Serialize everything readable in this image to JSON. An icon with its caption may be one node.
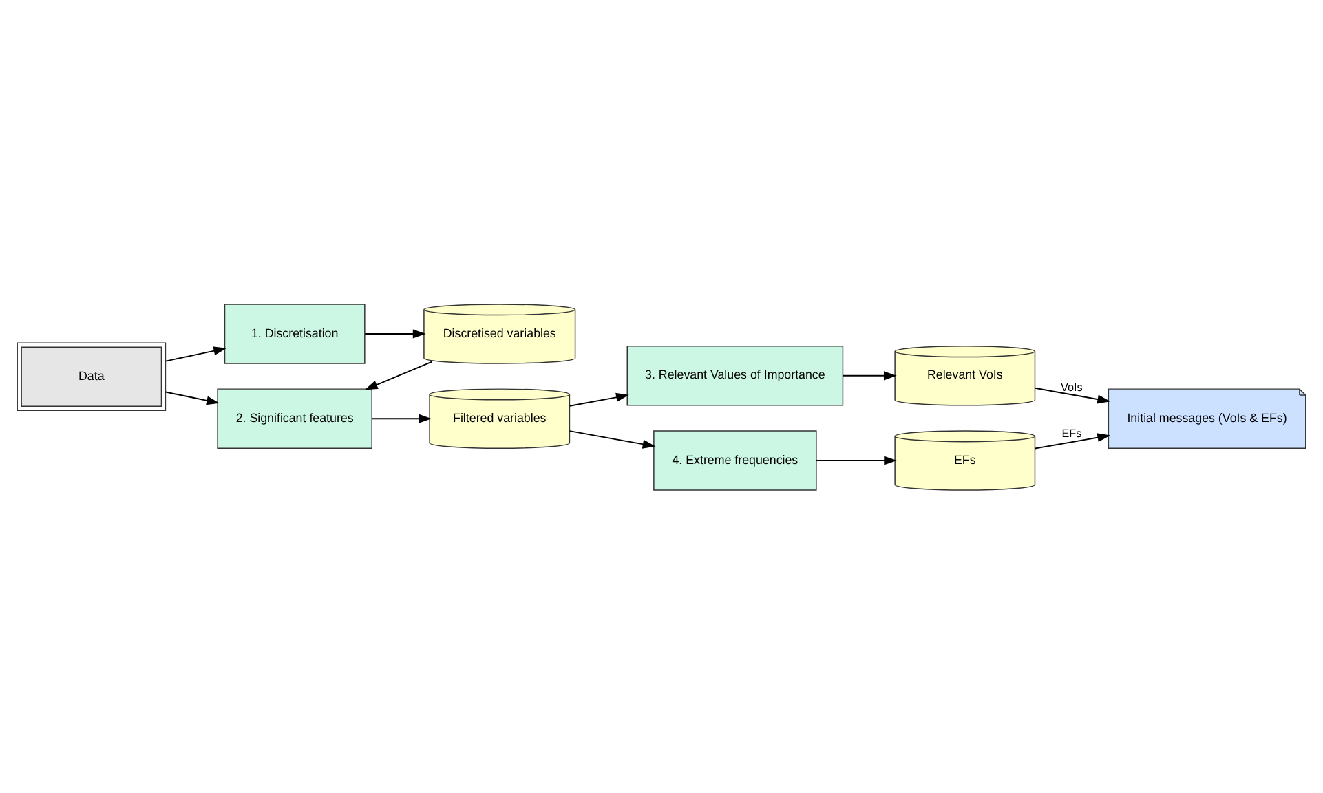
{
  "diagram": {
    "nodes": [
      {
        "text": [
          "Data"
        ]
      },
      {
        "text": [
          "1. Discretisation"
        ]
      },
      {
        "text": [
          "Discretised variables"
        ]
      },
      {
        "text": [
          "2. Significant features"
        ]
      },
      {
        "text": [
          "Filtered variables"
        ]
      },
      {
        "text": [
          "3. Relevant Values of Importance"
        ]
      },
      {
        "text": [
          "Relevant VoIs"
        ]
      },
      {
        "text": [
          "4. Extreme frequencies"
        ]
      },
      {
        "text": [
          "EFs"
        ]
      },
      {
        "text": [
          "Initial messages (VoIs & EFs)"
        ]
      }
    ],
    "edges": [
      {
        "from": 0,
        "to": 1,
        "arrow": "to"
      },
      {
        "from": 0,
        "to": 3,
        "arrow": "to"
      },
      {
        "from": 1,
        "to": 2,
        "arrow": "to"
      },
      {
        "from": 2,
        "to": 3,
        "arrow": "to"
      },
      {
        "from": 3,
        "to": 4,
        "arrow": "to"
      },
      {
        "from": 4,
        "to": 5,
        "arrow": "to"
      },
      {
        "from": 4,
        "to": 7,
        "arrow": "to"
      },
      {
        "from": 5,
        "to": 6,
        "arrow": "to"
      },
      {
        "from": 7,
        "to": 8,
        "arrow": "to"
      },
      {
        "from": 6,
        "to": 9,
        "label": "VoIs",
        "arrow": "to"
      },
      {
        "from": 8,
        "to": 9,
        "label": "EFs",
        "arrow": "to"
      }
    ]
  }
}
